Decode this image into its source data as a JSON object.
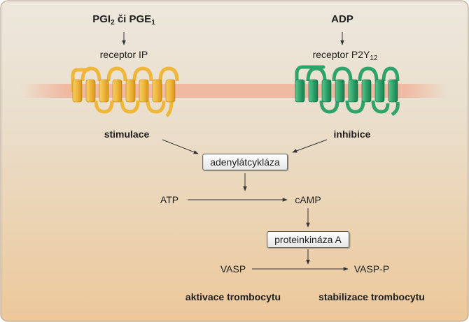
{
  "colors": {
    "bg_top": "#ede7dc",
    "bg_bottom": "#ecc89a",
    "membrane": "#d9281f",
    "receptor_ip": "#efb63c",
    "receptor_p2y12": "#2fa36b",
    "arrow": "#333333"
  },
  "left_ligand": {
    "part1": "PGI",
    "sub1": "2",
    "part2": " či PGE",
    "sub2": "1"
  },
  "right_ligand": "ADP",
  "receptor_ip": "receptor IP",
  "receptor_p2y": {
    "text": "receptor P2Y",
    "sub": "12"
  },
  "stimulace": "stimulace",
  "inhibice": "inhibice",
  "adenylatcyklaza": "adenylátcykláza",
  "atp": "ATP",
  "camp": "cAMP",
  "proteinkinaza": "proteinkináza A",
  "vasp": "VASP",
  "vasp_p": "VASP-P",
  "aktivace": "aktivace trombocytu",
  "stabilizace": "stabilizace trombocytu"
}
